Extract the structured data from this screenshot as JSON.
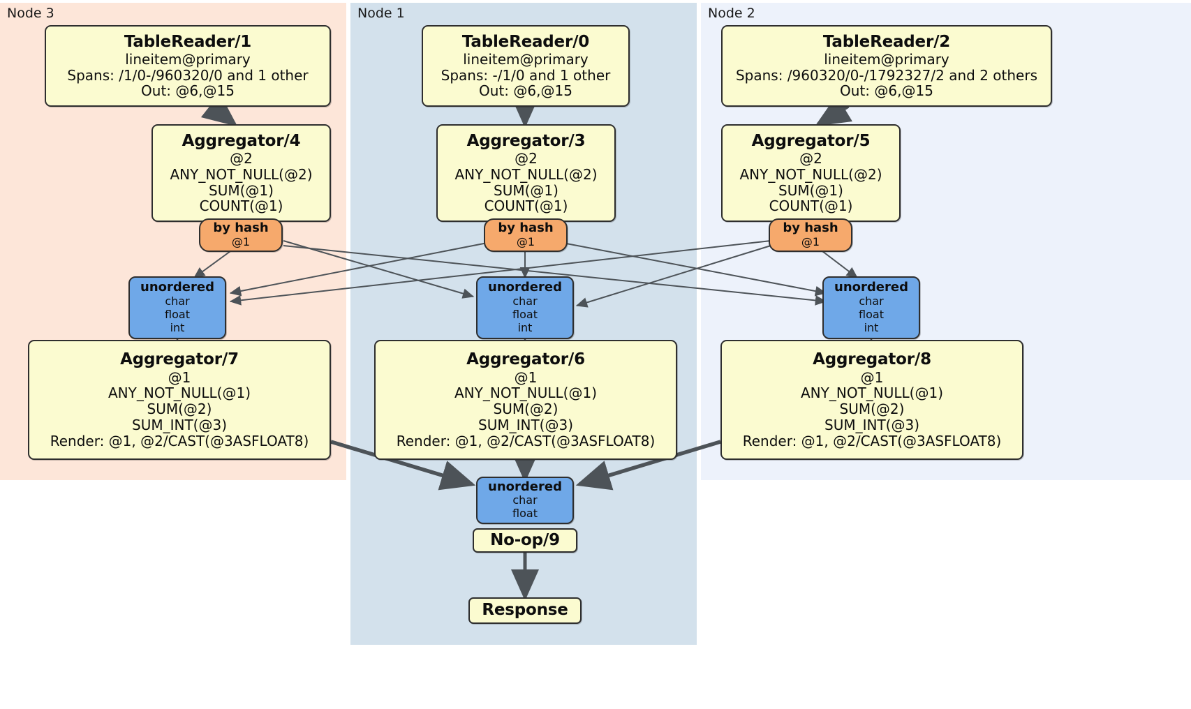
{
  "diagram": {
    "type": "distributed-query-plan",
    "colors": {
      "node3_bg": "#fde6d9",
      "node1_bg": "#d3e1ec",
      "node2_bg": "#edf2fb",
      "processor_fill": "#fbfbd0",
      "router_fill": "#f6a96c",
      "inbound_fill": "#6fa8e8",
      "stroke": "#2e2e2e",
      "edge": "#4d5358"
    },
    "regions": [
      {
        "id": "node3",
        "label": "Node 3"
      },
      {
        "id": "node1",
        "label": "Node 1"
      },
      {
        "id": "node2",
        "label": "Node 2"
      }
    ],
    "nodes": {
      "table_reader_1": {
        "title": "TableReader/1",
        "lines": [
          "lineitem@primary",
          "Spans: /1/0-/960320/0 and 1 other",
          "Out: @6,@15"
        ]
      },
      "table_reader_0": {
        "title": "TableReader/0",
        "lines": [
          "lineitem@primary",
          "Spans: -/1/0 and 1 other",
          "Out: @6,@15"
        ]
      },
      "table_reader_2": {
        "title": "TableReader/2",
        "lines": [
          "lineitem@primary",
          "Spans: /960320/0-/1792327/2 and 2 others",
          "Out: @6,@15"
        ]
      },
      "aggregator_4": {
        "title": "Aggregator/4",
        "lines": [
          "@2",
          "ANY_NOT_NULL(@2)",
          "SUM(@1)",
          "COUNT(@1)"
        ]
      },
      "aggregator_3": {
        "title": "Aggregator/3",
        "lines": [
          "@2",
          "ANY_NOT_NULL(@2)",
          "SUM(@1)",
          "COUNT(@1)"
        ]
      },
      "aggregator_5": {
        "title": "Aggregator/5",
        "lines": [
          "@2",
          "ANY_NOT_NULL(@2)",
          "SUM(@1)",
          "COUNT(@1)"
        ]
      },
      "router_left": {
        "title": "by hash",
        "lines": [
          "@1"
        ]
      },
      "router_mid": {
        "title": "by hash",
        "lines": [
          "@1"
        ]
      },
      "router_right": {
        "title": "by hash",
        "lines": [
          "@1"
        ]
      },
      "inbound_left": {
        "title": "unordered",
        "lines": [
          "char",
          "float",
          "int"
        ]
      },
      "inbound_mid": {
        "title": "unordered",
        "lines": [
          "char",
          "float",
          "int"
        ]
      },
      "inbound_right": {
        "title": "unordered",
        "lines": [
          "char",
          "float",
          "int"
        ]
      },
      "aggregator_7": {
        "title": "Aggregator/7",
        "lines": [
          "@1",
          "ANY_NOT_NULL(@1)",
          "SUM(@2)",
          "SUM_INT(@3)",
          "Render: @1, @2/CAST(@3ASFLOAT8)"
        ]
      },
      "aggregator_6": {
        "title": "Aggregator/6",
        "lines": [
          "@1",
          "ANY_NOT_NULL(@1)",
          "SUM(@2)",
          "SUM_INT(@3)",
          "Render: @1, @2/CAST(@3ASFLOAT8)"
        ]
      },
      "aggregator_8": {
        "title": "Aggregator/8",
        "lines": [
          "@1",
          "ANY_NOT_NULL(@1)",
          "SUM(@2)",
          "SUM_INT(@3)",
          "Render: @1, @2/CAST(@3ASFLOAT8)"
        ]
      },
      "inbound_final": {
        "title": "unordered",
        "lines": [
          "char",
          "float"
        ]
      },
      "noop_9": {
        "title": "No-op/9",
        "lines": []
      },
      "response": {
        "title": "Response",
        "lines": []
      }
    }
  }
}
